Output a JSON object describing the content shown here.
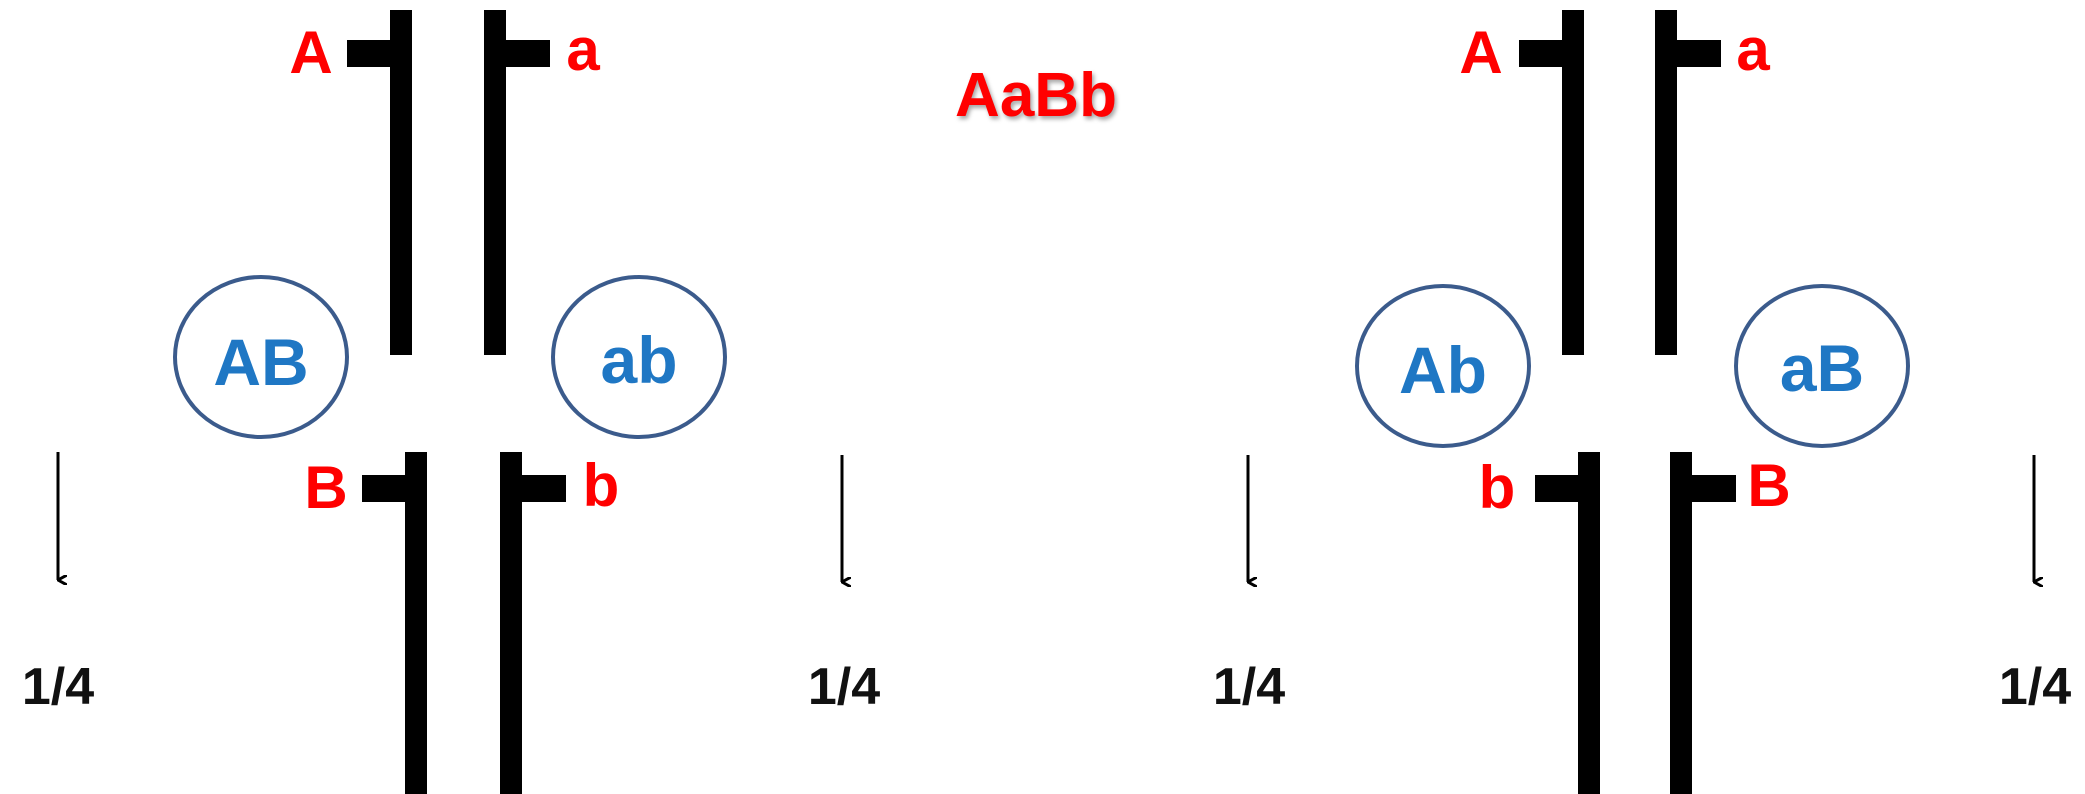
{
  "title": "AaBb",
  "left": {
    "top_alleles": [
      "A",
      "a"
    ],
    "bottom_alleles": [
      "B",
      "b"
    ],
    "gametes": [
      "AB",
      "ab"
    ]
  },
  "right": {
    "top_alleles": [
      "A",
      "a"
    ],
    "bottom_alleles": [
      "b",
      "B"
    ],
    "gametes": [
      "Ab",
      "aB"
    ]
  },
  "probabilities": [
    "1/4",
    "1/4",
    "1/4",
    "1/4"
  ],
  "colors": {
    "allele": "#ff0000",
    "gamete": "#1f77c4",
    "circle": "#3b5b8c",
    "chromosome": "#000000"
  }
}
